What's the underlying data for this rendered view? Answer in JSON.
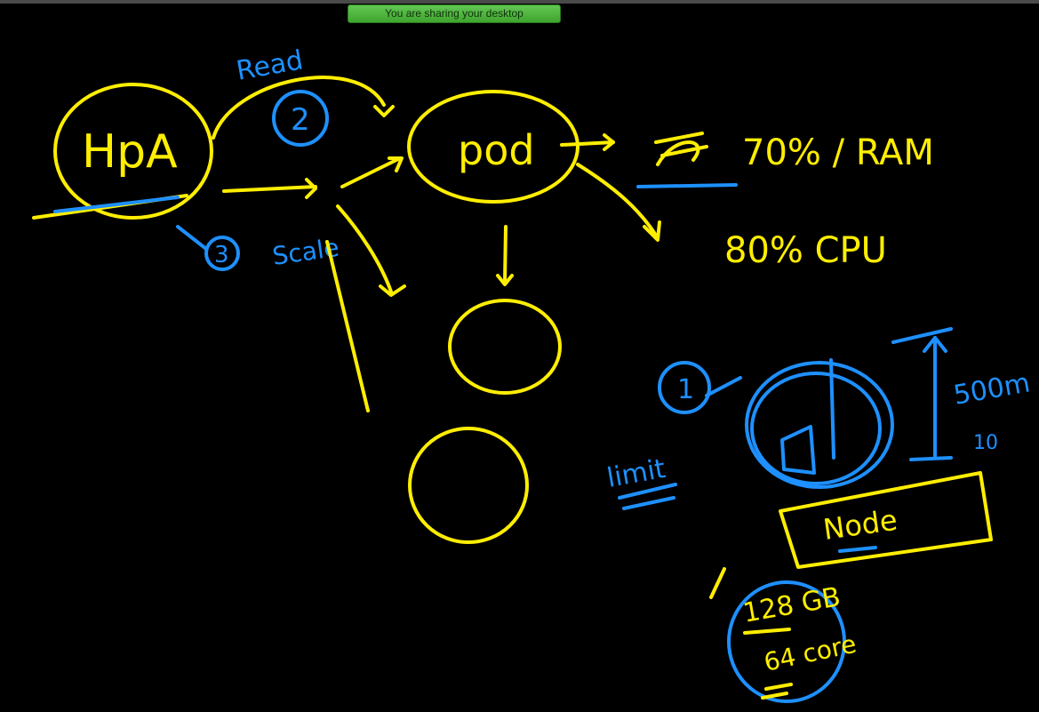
{
  "banner": {
    "text": "You are sharing your desktop"
  },
  "annotations": {
    "hpa": "HpA",
    "read": "Read",
    "pod": "pod",
    "step2": "2",
    "step3": "3",
    "step1": "1",
    "scale": "Scale",
    "ram": "70% / RAM",
    "cpu": "80% CPU",
    "limit": "limit",
    "node": "Node",
    "node_cpu": "500m",
    "node_cpu_sub": "10",
    "mem": "128 GB",
    "cores": "64 core"
  },
  "colors": {
    "pen_yellow": "#ffee00",
    "pen_blue": "#1e90ff",
    "canvas": "#000000",
    "banner": "#4cb63a"
  }
}
